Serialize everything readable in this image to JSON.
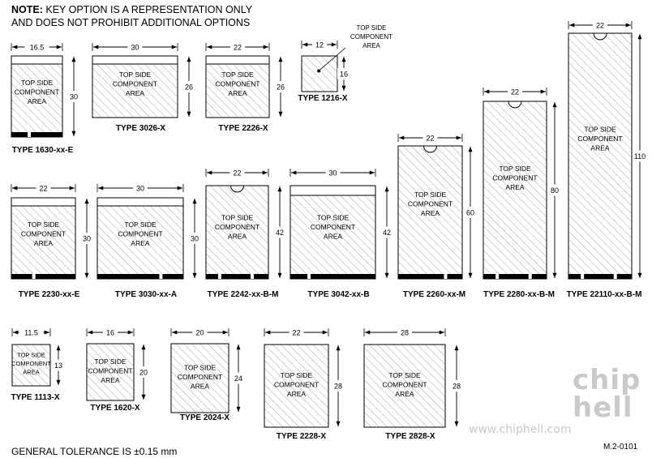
{
  "note": {
    "prefix": "NOTE:",
    "line1": " KEY OPTION IS A REPRESENTATION ONLY",
    "line2": "AND DOES NOT PROHIBIT ADDITIONAL OPTIONS"
  },
  "component_label": [
    "TOP SIDE",
    "COMPONENT",
    "AREA"
  ],
  "modules": [
    {
      "type": "TYPE 1630-xx-E",
      "width": "16.5",
      "height": "30",
      "key": "E"
    },
    {
      "type": "TYPE 3026-X",
      "width": "30",
      "height": "26",
      "key": "X"
    },
    {
      "type": "TYPE 2226-X",
      "width": "22",
      "height": "26",
      "key": "X"
    },
    {
      "type": "TYPE 1216-X",
      "width": "12",
      "height": "16",
      "key": "X"
    },
    {
      "type": "TYPE 2230-xx-E",
      "width": "22",
      "height": "30",
      "key": "E"
    },
    {
      "type": "TYPE 3030-xx-A",
      "width": "30",
      "height": "30",
      "key": "A"
    },
    {
      "type": "TYPE 2242-xx-B-M",
      "width": "22",
      "height": "42",
      "key": "B-M"
    },
    {
      "type": "TYPE 3042-xx-B",
      "width": "30",
      "height": "42",
      "key": "B"
    },
    {
      "type": "TYPE 2260-xx-M",
      "width": "22",
      "height": "60",
      "key": "M"
    },
    {
      "type": "TYPE 2280-xx-B-M",
      "width": "22",
      "height": "80",
      "key": "B-M"
    },
    {
      "type": "TYPE 22110-xx-B-M",
      "width": "22",
      "height": "110",
      "key": "B-M"
    },
    {
      "type": "TYPE 1113-X",
      "width": "11.5",
      "height": "13",
      "key": "X"
    },
    {
      "type": "TYPE 1620-X",
      "width": "16",
      "height": "20",
      "key": "X"
    },
    {
      "type": "TYPE 2024-X",
      "width": "20",
      "height": "24",
      "key": "X"
    },
    {
      "type": "TYPE 2228-X",
      "width": "22",
      "height": "28",
      "key": "X"
    },
    {
      "type": "TYPE 2828-X",
      "width": "28",
      "height": "28",
      "key": "X"
    }
  ],
  "callout_1216": [
    "TOP SIDE",
    "COMPONENT",
    "AREA"
  ],
  "tolerance": "GENERAL TOLERANCE IS ±0.15 mm",
  "figure_id": "M.2-0101",
  "watermark": {
    "logo": "chip hell",
    "url": "www.chiphell.com"
  }
}
